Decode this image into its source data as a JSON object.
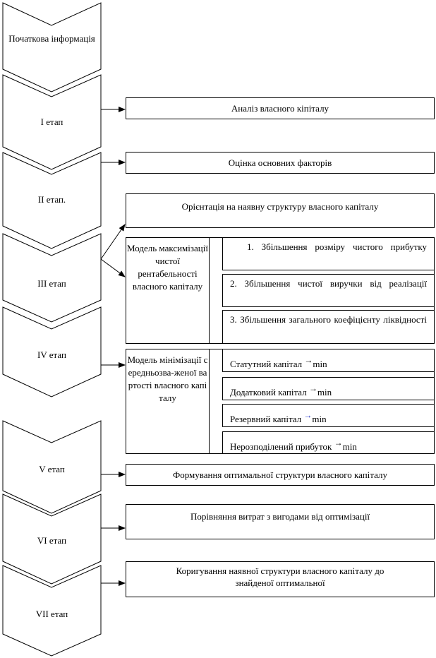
{
  "stages": [
    {
      "label": "Початкова інформація"
    },
    {
      "label": "І етап"
    },
    {
      "label": "ІІ етап."
    },
    {
      "label": "ІІІ етап"
    },
    {
      "label": "IV етап"
    },
    {
      "label": "V етап"
    },
    {
      "label": "VІ етап"
    },
    {
      "label": "VІІ етап"
    }
  ],
  "boxes": {
    "analysis": "Аналіз власного кіпіталу",
    "factors": "Оцінка основних факторів",
    "orientation": "Орієнтація на наявну структуру власного капіталу",
    "formation": "Формування оптимальної структури власного капіталу",
    "comparison": "Порівняння витрат з вигодами від оптимізації",
    "correction": "Коригування наявної структури власного капіталу до знайденої оптимальної"
  },
  "model_max": {
    "title": "Модель максимізації чистої рентабельності власного капіталу",
    "items": [
      "1. Збільшення розміру чистого прибутку",
      "2. Збільшення чистої виручки від реалізації",
      "3. Збільшення загального коефіцієнту ліквідності"
    ]
  },
  "model_min": {
    "title": "Модель мінімізації середньозва-женої вартості власного капіталу",
    "arrow": "→",
    "suffix": "min",
    "items": [
      "Статутний капітал",
      "Додатковий капітал",
      "Резервний капітал",
      "Нерозподілений прибуток"
    ]
  }
}
